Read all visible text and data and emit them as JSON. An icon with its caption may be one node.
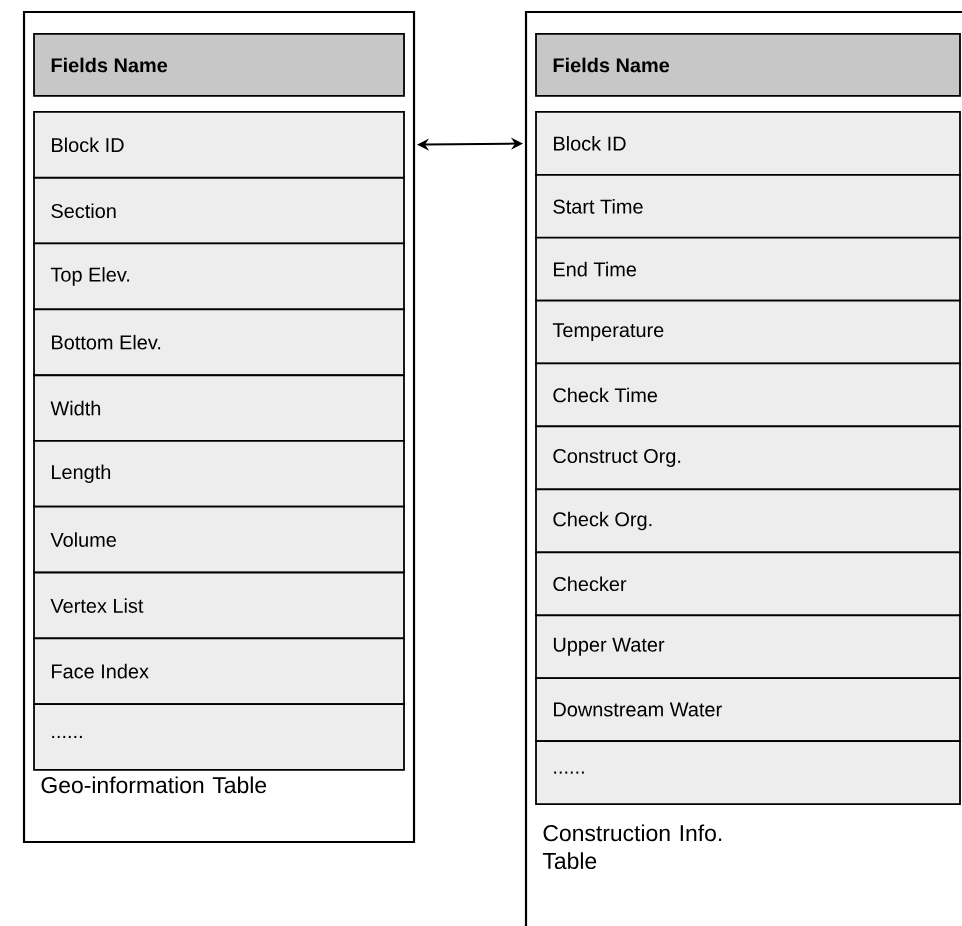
{
  "diagram": {
    "nodes": [
      {
        "text": [
          "Geo-information Table"
        ]
      },
      {
        "text": [
          "Fields Name"
        ],
        "in": 0
      },
      {
        "text": [
          "Block ID"
        ],
        "in": 0
      },
      {
        "text": [
          "Section"
        ],
        "in": 0
      },
      {
        "text": [
          "Top Elev."
        ],
        "in": 0
      },
      {
        "text": [
          "Bottom Elev."
        ],
        "in": 0
      },
      {
        "text": [
          "Width"
        ],
        "in": 0
      },
      {
        "text": [
          "Length"
        ],
        "in": 0
      },
      {
        "text": [
          "Volume"
        ],
        "in": 0
      },
      {
        "text": [
          "Vertex List"
        ],
        "in": 0
      },
      {
        "text": [
          "Face Index"
        ],
        "in": 0
      },
      {
        "text": [
          "......"
        ],
        "in": 0
      },
      {
        "text": [
          "Construction Info. Table"
        ]
      },
      {
        "text": [
          "Fields Name"
        ],
        "in": 12
      },
      {
        "text": [
          "Block ID"
        ],
        "in": 12
      },
      {
        "text": [
          "Start Time"
        ],
        "in": 12
      },
      {
        "text": [
          "End Time"
        ],
        "in": 12
      },
      {
        "text": [
          "Temperature"
        ],
        "in": 12
      },
      {
        "text": [
          "Check Time"
        ],
        "in": 12
      },
      {
        "text": [
          "Construct Org."
        ],
        "in": 12
      },
      {
        "text": [
          "Check Org."
        ],
        "in": 12
      },
      {
        "text": [
          "Checker"
        ],
        "in": 12
      },
      {
        "text": [
          "Upper Water"
        ],
        "in": 12
      },
      {
        "text": [
          "Downstream Water"
        ],
        "in": 12
      },
      {
        "text": [
          "......"
        ],
        "in": 12
      }
    ],
    "edges": [
      {
        "from": 2,
        "to": 14,
        "arrow": "both"
      }
    ]
  }
}
